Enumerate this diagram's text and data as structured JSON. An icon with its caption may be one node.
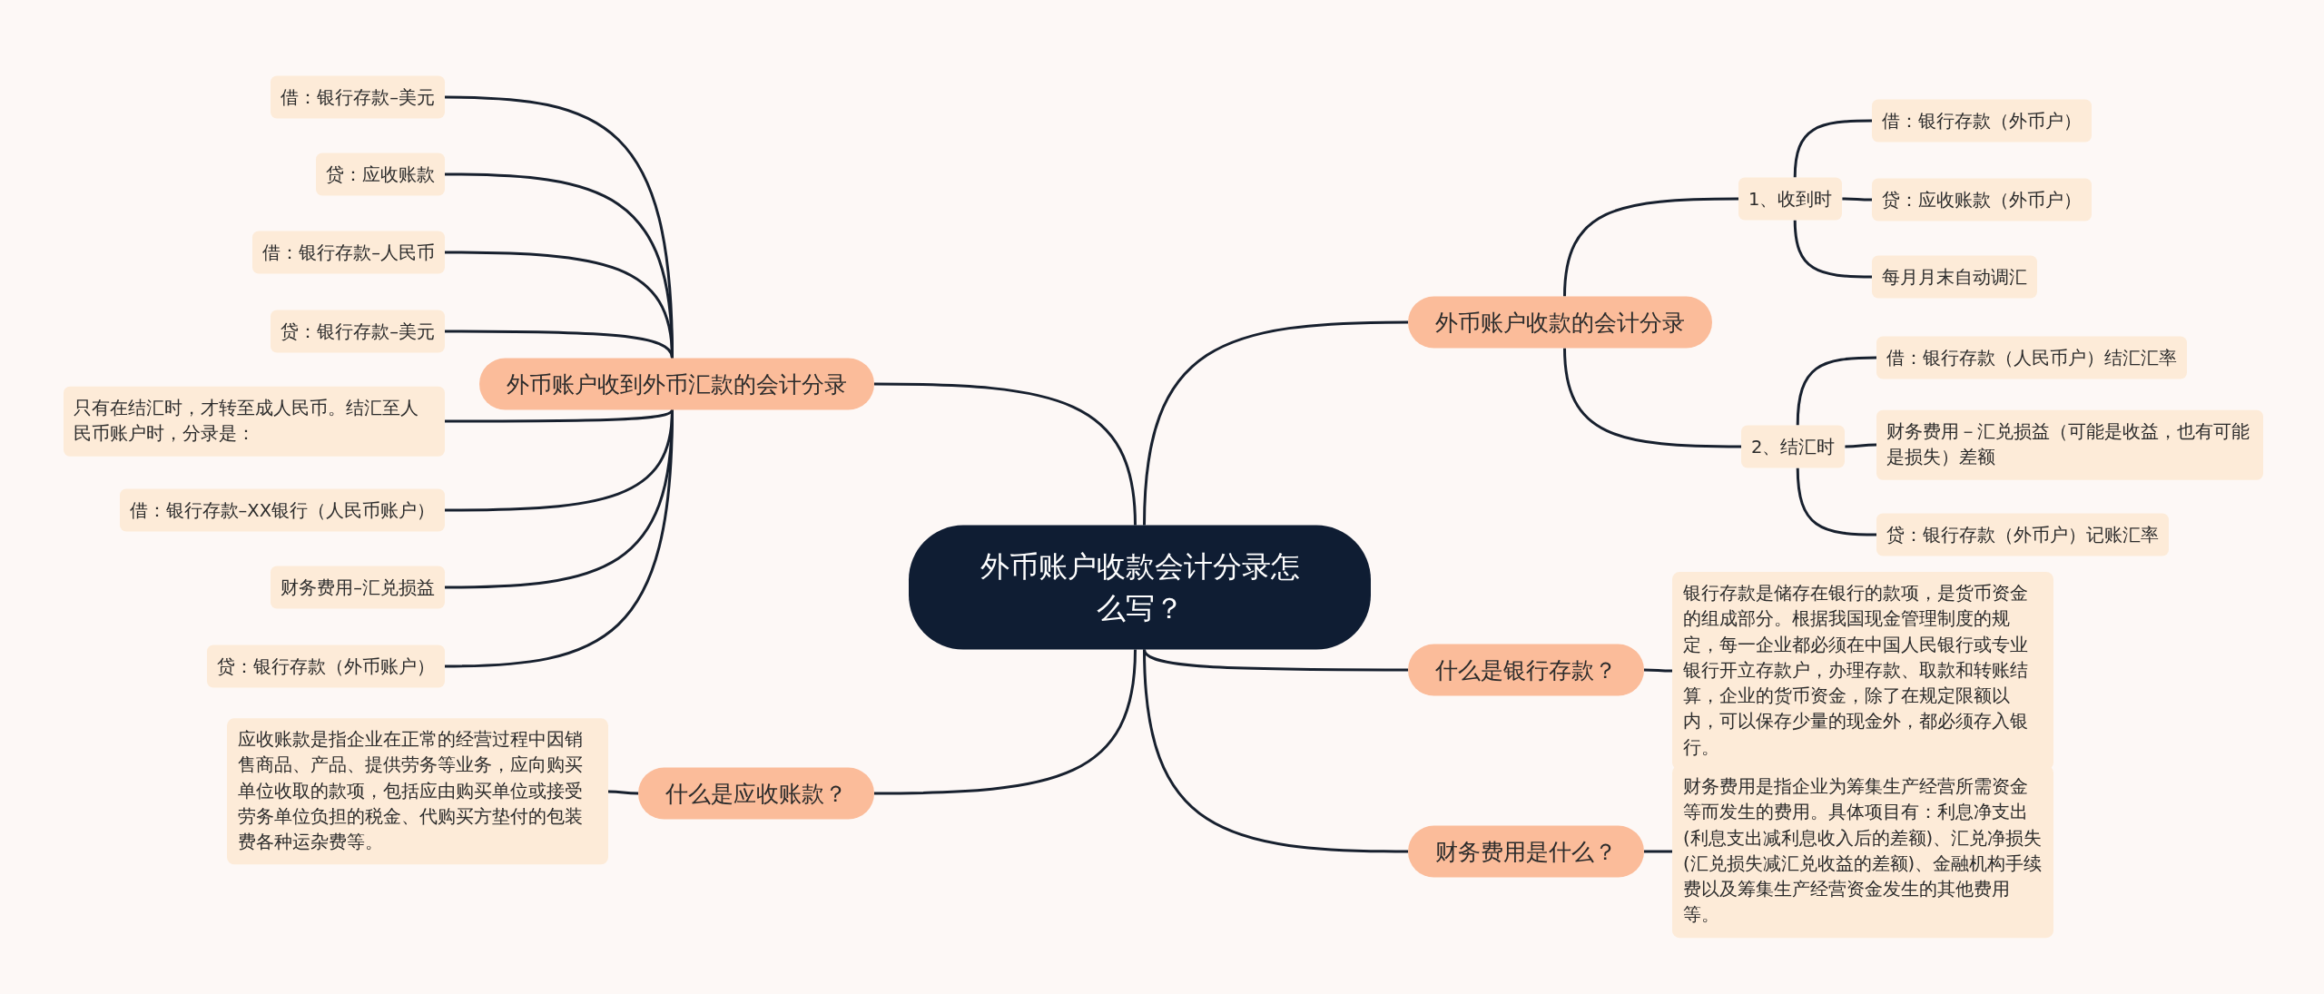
{
  "diagram": {
    "nodes": [
      {
        "text": [
          "外币账户收款会计分录怎么写？"
        ]
      },
      {
        "text": [
          "外币账户收款的会计分录"
        ]
      },
      {
        "text": [
          "1、收到时"
        ]
      },
      {
        "text": [
          "借：银行存款（外币户）"
        ]
      },
      {
        "text": [
          "贷：应收账款（外币户）"
        ]
      },
      {
        "text": [
          "每月月末自动调汇"
        ]
      },
      {
        "text": [
          "2、结汇时"
        ]
      },
      {
        "text": [
          "借：银行存款（人民币户）结汇汇率"
        ]
      },
      {
        "text": [
          "财务费用－汇兑损益（可能是收益，也有可能是损失）差额"
        ]
      },
      {
        "text": [
          "贷：银行存款（外币户）记账汇率"
        ]
      },
      {
        "text": [
          "什么是银行存款？"
        ]
      },
      {
        "text": [
          "银行存款是储存在银行的款项，是货币资金的组成部分。根据我国现金管理制度的规定，每一企业都必须在中国人民银行或专业银行开立存款户，办理存款、取款和转账结算，企业的货币资金，除了在规定限额以内，可以保存少量的现金外，都必须存入银行。"
        ]
      },
      {
        "text": [
          "财务费用是什么？"
        ]
      },
      {
        "text": [
          "财务费用是指企业为筹集生产经营所需资金等而发生的费用。具体项目有：利息净支出(利息支出减利息收入后的差额)、汇兑净损失(汇兑损失减汇兑收益的差额)、金融机构手续费以及筹集生产经营资金发生的其他费用等。"
        ]
      },
      {
        "text": [
          "外币账户收到外币汇款的会计分录"
        ]
      },
      {
        "text": [
          "借：银行存款–美元"
        ]
      },
      {
        "text": [
          "贷：应收账款"
        ]
      },
      {
        "text": [
          "借：银行存款–人民币"
        ]
      },
      {
        "text": [
          "贷：银行存款–美元"
        ]
      },
      {
        "text": [
          "只有在结汇时，才转至成人民币。结汇至人民币账户时，分录是："
        ]
      },
      {
        "text": [
          "借：银行存款–XX银行（人民币账户）"
        ]
      },
      {
        "text": [
          "财务费用–汇兑损益"
        ]
      },
      {
        "text": [
          "贷：银行存款（外币账户）"
        ]
      },
      {
        "text": [
          "什么是应收账款？"
        ]
      },
      {
        "text": [
          "应收账款是指企业在正常的经营过程中因销售商品、产品、提供劳务等业务，应向购买单位收取的款项，包括应由购买单位或接受劳务单位负担的税金、代购买方垫付的包装费各种运杂费等。"
        ]
      }
    ],
    "edges": [
      {
        "from": 0,
        "to": 1,
        "arrow": "none"
      },
      {
        "from": 1,
        "to": 2,
        "arrow": "none"
      },
      {
        "from": 2,
        "to": 3,
        "arrow": "none"
      },
      {
        "from": 2,
        "to": 4,
        "arrow": "none"
      },
      {
        "from": 2,
        "to": 5,
        "arrow": "none"
      },
      {
        "from": 1,
        "to": 6,
        "arrow": "none"
      },
      {
        "from": 6,
        "to": 7,
        "arrow": "none"
      },
      {
        "from": 6,
        "to": 8,
        "arrow": "none"
      },
      {
        "from": 6,
        "to": 9,
        "arrow": "none"
      },
      {
        "from": 0,
        "to": 10,
        "arrow": "none"
      },
      {
        "from": 10,
        "to": 11,
        "arrow": "none"
      },
      {
        "from": 0,
        "to": 12,
        "arrow": "none"
      },
      {
        "from": 12,
        "to": 13,
        "arrow": "none"
      },
      {
        "from": 0,
        "to": 14,
        "arrow": "none"
      },
      {
        "from": 14,
        "to": 15,
        "arrow": "none"
      },
      {
        "from": 14,
        "to": 16,
        "arrow": "none"
      },
      {
        "from": 14,
        "to": 17,
        "arrow": "none"
      },
      {
        "from": 14,
        "to": 18,
        "arrow": "none"
      },
      {
        "from": 14,
        "to": 19,
        "arrow": "none"
      },
      {
        "from": 14,
        "to": 20,
        "arrow": "none"
      },
      {
        "from": 14,
        "to": 21,
        "arrow": "none"
      },
      {
        "from": 14,
        "to": 22,
        "arrow": "none"
      },
      {
        "from": 0,
        "to": 23,
        "arrow": "none"
      },
      {
        "from": 23,
        "to": 24,
        "arrow": "none"
      }
    ]
  }
}
